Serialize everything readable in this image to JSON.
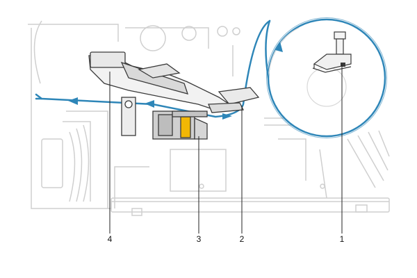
{
  "figure": {
    "colors": {
      "media_path": "#2e86b8",
      "machine_line": "#cfcfcf",
      "mechanism": "#3a3a3a",
      "accent": "#f2b705",
      "leader": "#222222"
    },
    "callouts": [
      {
        "id": "callout-1",
        "label": "1"
      },
      {
        "id": "callout-2",
        "label": "2"
      },
      {
        "id": "callout-3",
        "label": "3"
      },
      {
        "id": "callout-4",
        "label": "4"
      }
    ]
  }
}
